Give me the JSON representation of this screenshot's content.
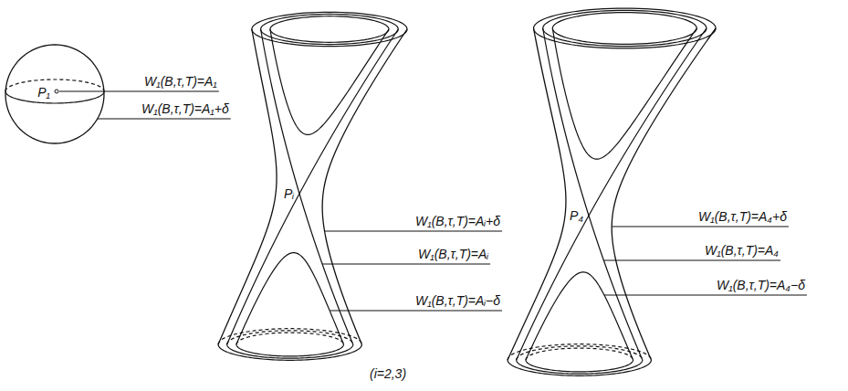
{
  "diagram": {
    "labels": [
      "W₁(B,τ,T)=A₁",
      "W₁(B,τ,T)=A₁+δ",
      "P₁",
      "Pᵢ",
      "W₁(B,τ,T)=Aᵢ+δ",
      "W₁(B,τ,T)=Aᵢ",
      "W₁(B,τ,T)=Aᵢ−δ",
      "(i=2,3)",
      "P₄",
      "W₁(B,τ,T)=A₄+δ",
      "W₁(B,τ,T)=A₄",
      "W₁(B,τ,T)=A₄−δ"
    ]
  }
}
